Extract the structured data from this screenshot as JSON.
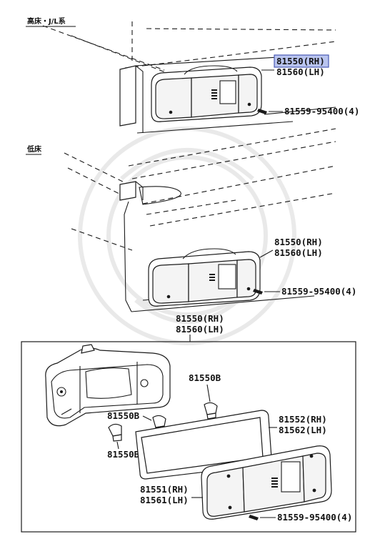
{
  "sections": {
    "upper": "高床・J/L系",
    "lower": "低床"
  },
  "labels": {
    "top_rh": "81550(RH)",
    "top_lh": "81560(LH)",
    "top_screw": "81559-95400(4)",
    "mid_rh": "81550(RH)",
    "mid_lh": "81560(LH)",
    "mid_screw": "81559-95400(4)",
    "box_rh": "81550(RH)",
    "box_lh": "81560(LH)",
    "bulb_a": "81550B",
    "bulb_b": "81550B",
    "bulb_c": "81550B",
    "gasket_rh": "81552(RH)",
    "gasket_lh": "81562(LH)",
    "lens_rh": "81551(RH)",
    "lens_lh": "81561(LH)",
    "box_screw": "81559-95400(4)"
  },
  "colors": {
    "highlight": "#b9c4ef",
    "line": "#1a1a1a"
  }
}
